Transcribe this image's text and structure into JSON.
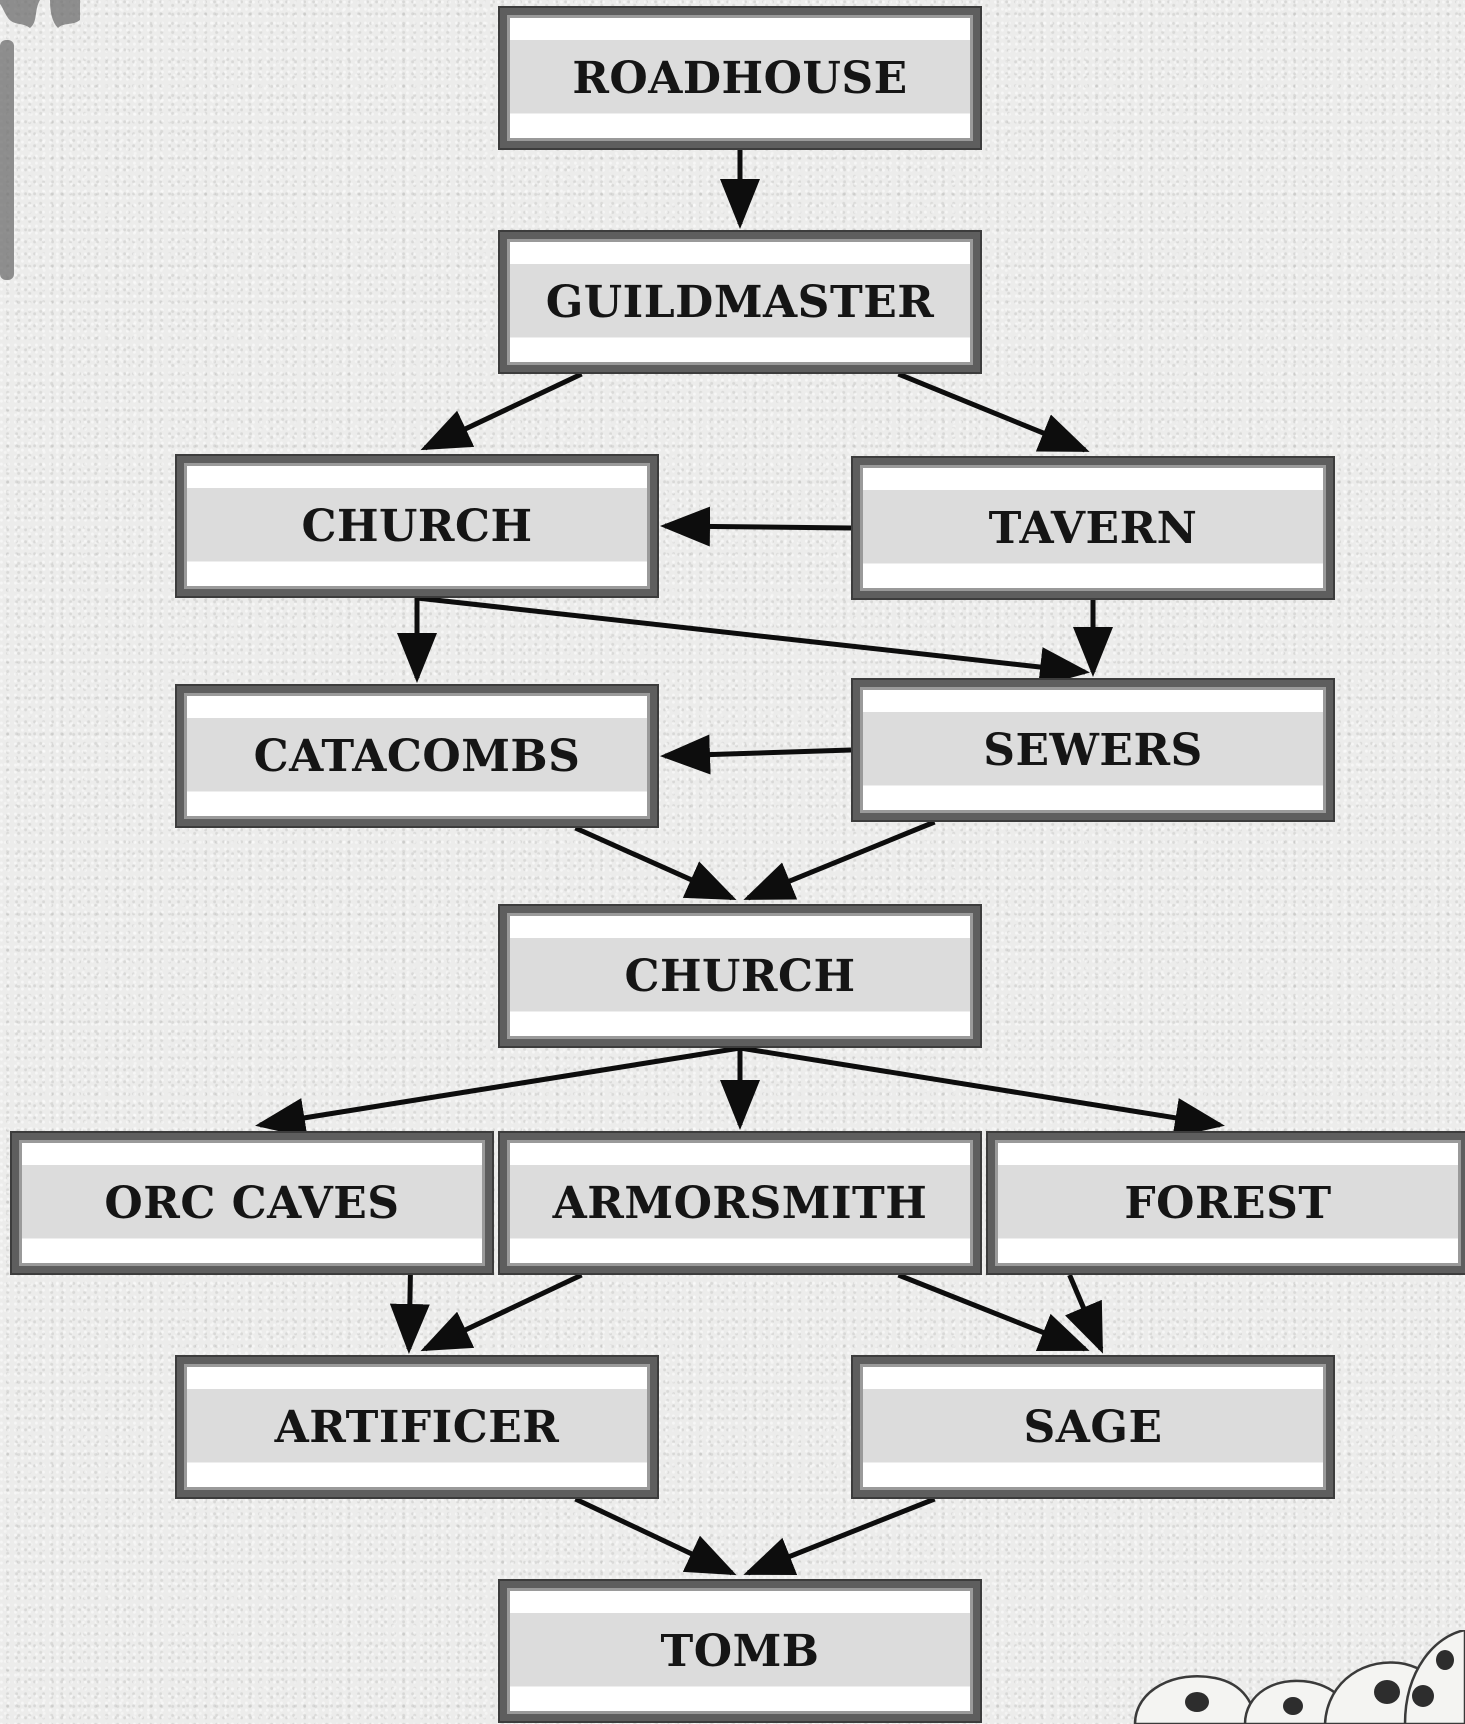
{
  "nodes": [
    {
      "id": "roadhouse",
      "label": "ROADHOUSE"
    },
    {
      "id": "guildmaster",
      "label": "GUILDMASTER"
    },
    {
      "id": "church-1",
      "label": "CHURCH"
    },
    {
      "id": "tavern",
      "label": "TAVERN"
    },
    {
      "id": "catacombs",
      "label": "CATACOMBS"
    },
    {
      "id": "sewers",
      "label": "SEWERS"
    },
    {
      "id": "church-2",
      "label": "CHURCH"
    },
    {
      "id": "orc-caves",
      "label": "ORC CAVES"
    },
    {
      "id": "armorsmith",
      "label": "ARMORSMITH"
    },
    {
      "id": "forest",
      "label": "FOREST"
    },
    {
      "id": "artificer",
      "label": "ARTIFICER"
    },
    {
      "id": "sage",
      "label": "SAGE"
    },
    {
      "id": "tomb",
      "label": "TOMB"
    }
  ],
  "edges": [
    {
      "from": "roadhouse",
      "to": "guildmaster"
    },
    {
      "from": "guildmaster",
      "to": "church-1"
    },
    {
      "from": "guildmaster",
      "to": "tavern"
    },
    {
      "from": "tavern",
      "to": "church-1"
    },
    {
      "from": "church-1",
      "to": "catacombs"
    },
    {
      "from": "church-1",
      "to": "sewers"
    },
    {
      "from": "tavern",
      "to": "sewers"
    },
    {
      "from": "sewers",
      "to": "catacombs"
    },
    {
      "from": "catacombs",
      "to": "church-2"
    },
    {
      "from": "sewers",
      "to": "church-2"
    },
    {
      "from": "church-2",
      "to": "orc-caves"
    },
    {
      "from": "church-2",
      "to": "armorsmith"
    },
    {
      "from": "church-2",
      "to": "forest"
    },
    {
      "from": "orc-caves",
      "to": "artificer"
    },
    {
      "from": "armorsmith",
      "to": "artificer"
    },
    {
      "from": "armorsmith",
      "to": "sage"
    },
    {
      "from": "forest",
      "to": "sage"
    },
    {
      "from": "artificer",
      "to": "tomb"
    },
    {
      "from": "sage",
      "to": "tomb"
    }
  ],
  "colors": {
    "border": "#5e5e5e",
    "band": "#dcdcdc",
    "text": "#151515",
    "arrow": "#0d0d0d",
    "background": "#ececeb"
  }
}
